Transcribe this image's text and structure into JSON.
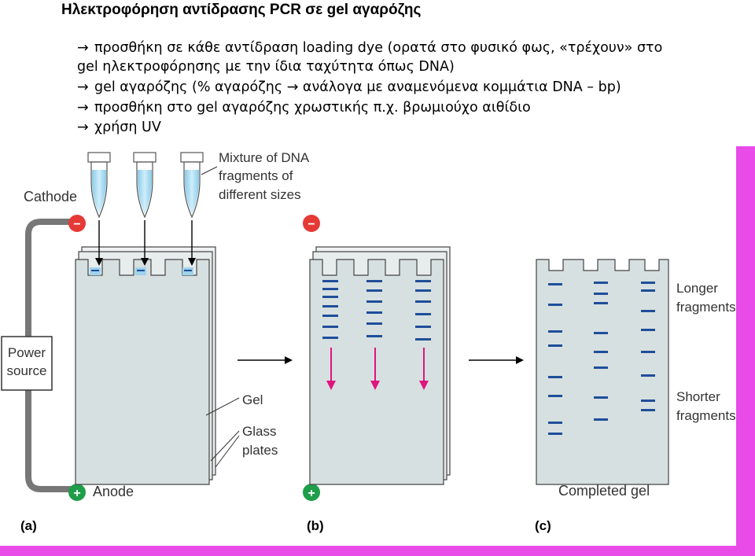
{
  "header": {
    "title": "Ηλεκτροφόρηση αντίδρασης PCR σε gel αγαρόζης",
    "arrow": "→",
    "bullets": [
      "προσθήκη σε κάθε αντίδραση loading dye (ορατά στο φυσικό φως, «τρέχουν» στο",
      "gel ηλεκτροφόρησης με την ίδια ταχύτητα όπως DNA)",
      "gel αγαρόζης (% αγαρόζης → ανάλογα με αναμενόμενα κομμάτια  DNA – bp)",
      "προσθήκη στο gel αγαρόζης χρωστικής π.χ. βρωμιούχο αιθίδιο",
      "χρήση UV"
    ]
  },
  "diagram": {
    "labels": {
      "cathode": "Cathode",
      "anode": "Anode",
      "power_line1": "Power",
      "power_line2": "source",
      "mixture_line1": "Mixture of DNA",
      "mixture_line2": "fragments of",
      "mixture_line3": "different sizes",
      "gel": "Gel",
      "glass_line1": "Glass",
      "glass_line2": "plates",
      "longer_line1": "Longer",
      "longer_line2": "fragments",
      "shorter_line1": "Shorter",
      "shorter_line2": "fragments",
      "completed": "Completed gel",
      "panel_a": "(a)",
      "panel_b": "(b)",
      "panel_c": "(c)",
      "minus": "−",
      "plus": "+"
    },
    "colors": {
      "band": "#1f4e9a",
      "arrow": "#e0147e",
      "tube": "#a8d8ef",
      "gel": "#d7e0e0",
      "negative": "#e53935",
      "positive": "#1e9e48",
      "background": "#e94be9"
    }
  }
}
